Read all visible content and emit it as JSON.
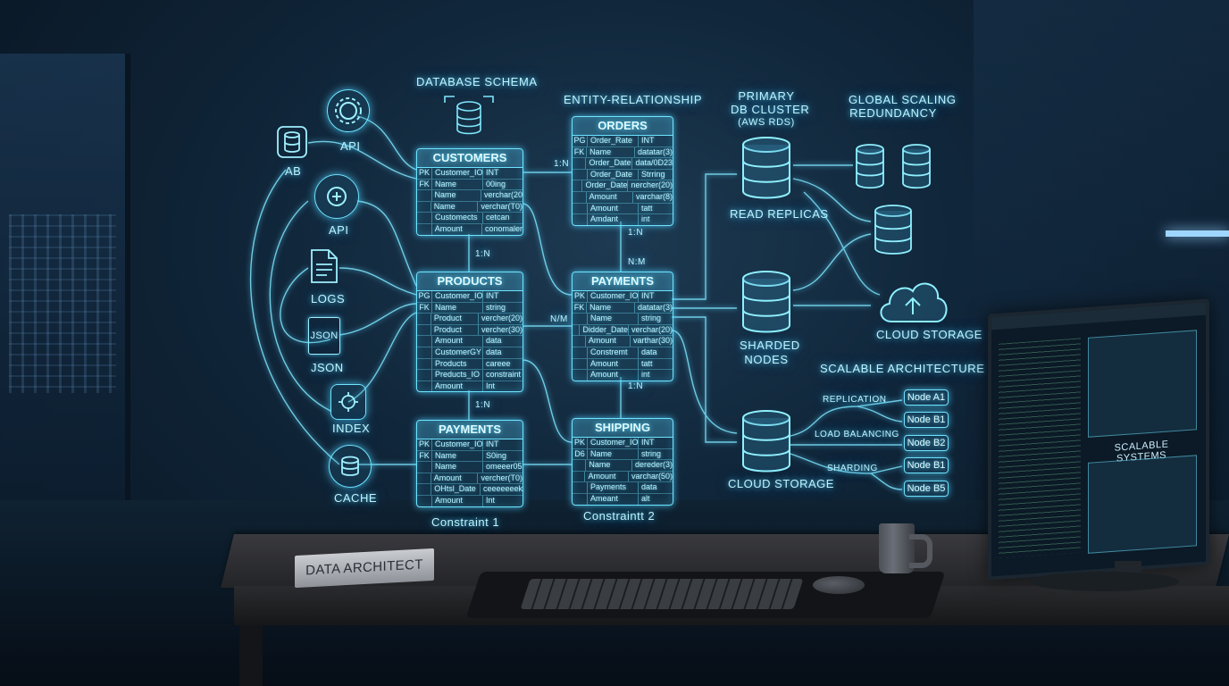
{
  "headings": {
    "database_schema": "DATABASE SCHEMA",
    "entity_relationship": "ENTITY-RELATIONSHIP",
    "primary_cluster": [
      "PRIMARY",
      "DB CLUSTER",
      "(AWS RDS)"
    ],
    "global_scaling": [
      "GLOBAL SCALING",
      "REDUNDANCY"
    ],
    "scalable_architecture": "SCALABLE ARCHITECTURE"
  },
  "sources": [
    {
      "label": "AB",
      "icon": "database-icon"
    },
    {
      "label": "API",
      "icon": "api-gear-icon"
    },
    {
      "label": "API",
      "icon": "api-gear-icon"
    },
    {
      "label": "LOGS",
      "icon": "document-icon"
    },
    {
      "label": "JSON",
      "icon": "json-file-icon"
    },
    {
      "label": "INDEX",
      "icon": "index-icon"
    },
    {
      "label": "CACHE",
      "icon": "cache-database-icon"
    }
  ],
  "tables": {
    "customers": {
      "title": "CUSTOMERS",
      "rows": [
        [
          "PK",
          "Customer_IO",
          "INT"
        ],
        [
          "FK",
          "Name",
          "00ing"
        ],
        [
          "",
          "Name",
          "verchar(20"
        ],
        [
          "",
          "Name",
          "verchar(T0)"
        ],
        [
          "",
          "Customects",
          "cetcan"
        ],
        [
          "",
          "Amount",
          "conomaler"
        ]
      ]
    },
    "products": {
      "title": "PRODUCTS",
      "rows": [
        [
          "PG",
          "Customer_IO",
          "INT"
        ],
        [
          "FK",
          "Name",
          "string"
        ],
        [
          "",
          "Product",
          "vercher(20)"
        ],
        [
          "",
          "Product",
          "vercher(30)"
        ],
        [
          "",
          "Amount",
          "data"
        ],
        [
          "",
          "CustomerGY",
          "data"
        ],
        [
          "",
          "Products",
          "careee"
        ],
        [
          "",
          "Preducts_IO",
          "constraint"
        ],
        [
          "",
          "Amount",
          "Int"
        ]
      ]
    },
    "payments_left": {
      "title": "PAYMENTS",
      "rows": [
        [
          "PK",
          "Customer_IO",
          "INT"
        ],
        [
          "FK",
          "Name",
          "S0ing"
        ],
        [
          "",
          "Name",
          "omeeer05"
        ],
        [
          "",
          "Amount",
          "vercher(T0)"
        ],
        [
          "",
          "OHtsl_Date",
          "ceeeeeeek"
        ],
        [
          "",
          "Amount",
          "Int"
        ]
      ]
    },
    "orders": {
      "title": "ORDERS",
      "rows": [
        [
          "PG",
          "Order_Rate",
          "INT"
        ],
        [
          "FK",
          "Name",
          "datatar(3)"
        ],
        [
          "",
          "Order_Date",
          "data/0D23"
        ],
        [
          "",
          "Order_Date",
          "Strring"
        ],
        [
          "",
          "Order_Date",
          "nercher(20)"
        ],
        [
          "",
          "Amount",
          "varchar(8)"
        ],
        [
          "",
          "Amount",
          "tatt"
        ],
        [
          "",
          "Amdant",
          "int"
        ]
      ]
    },
    "payments_right": {
      "title": "PAYMENTS",
      "rows": [
        [
          "PK",
          "Customer_IO",
          "INT"
        ],
        [
          "FK",
          "Name",
          "datatar(3)"
        ],
        [
          "",
          "Name",
          "string"
        ],
        [
          "",
          "Didder_Date",
          "verchar(20)"
        ],
        [
          "",
          "Amount",
          "varthar(30)"
        ],
        [
          "",
          "Constremt",
          "data"
        ],
        [
          "",
          "Amount",
          "tatt"
        ],
        [
          "",
          "Amount",
          "int"
        ]
      ]
    },
    "shipping": {
      "title": "SHIPPING",
      "rows": [
        [
          "PK",
          "Customer_IO",
          "INT"
        ],
        [
          "D6",
          "Name",
          "string"
        ],
        [
          "",
          "Name",
          "dereder(3)"
        ],
        [
          "",
          "Amount",
          "varchar(50)"
        ],
        [
          "",
          "Payments",
          "data"
        ],
        [
          "",
          "Ameant",
          "alt"
        ]
      ]
    }
  },
  "constraints": {
    "left": "Constraint 1",
    "right": "Constraintt 2"
  },
  "relations": {
    "customers_orders": "1:N",
    "customers_products": "1:N",
    "orders_payments": "1:N",
    "payments_nm_top": "N:M",
    "products_payments": "N/M",
    "products_payments_left": "1:N",
    "payments_shipping": "1:N"
  },
  "cluster": {
    "read_replicas": "READ REPLICAS",
    "sharded_nodes": [
      "SHARDED",
      "NODES"
    ],
    "cloud_storage_bottom": "CLOUD STORAGE",
    "cloud_storage_right": "CLOUD STORAGE"
  },
  "architecture": {
    "replication": "REPLICATION",
    "load_balancing": "LOAD BALANCING",
    "sharding": "SHARDING",
    "nodes": [
      "Node A1",
      "Node B1",
      "Node B2",
      "Node B1",
      "Node B5"
    ]
  },
  "desk": {
    "nameplate": "DATA ARCHITECT",
    "monitor_title": "SCALABLE SYSTEMS"
  },
  "colors": {
    "glow": "#6fe4ff",
    "text": "#bff4ff",
    "background": "#0a1522"
  }
}
